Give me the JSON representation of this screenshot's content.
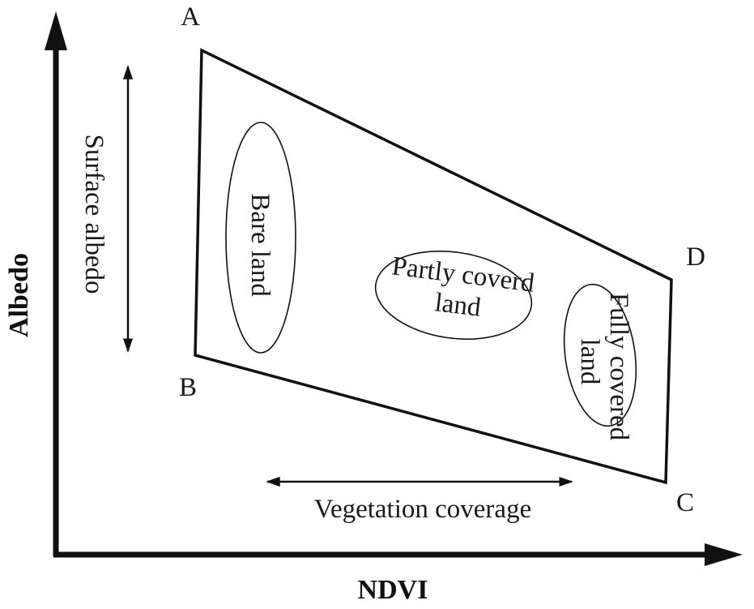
{
  "axes": {
    "x_title": "NDVI",
    "y_title": "Albedo"
  },
  "vertices": {
    "a": "A",
    "b": "B",
    "c": "C",
    "d": "D"
  },
  "regions": {
    "bare_land": "Bare land",
    "partly_line1": "Partly coverd",
    "partly_line2": "land",
    "fully_line1": "Fully covered",
    "fully_line2": "land"
  },
  "annotations": {
    "surface_albedo": "Surface albedo",
    "vegetation_coverage": "Vegetation coverage"
  },
  "colors": {
    "stroke": "#111111",
    "background": "#ffffff"
  }
}
